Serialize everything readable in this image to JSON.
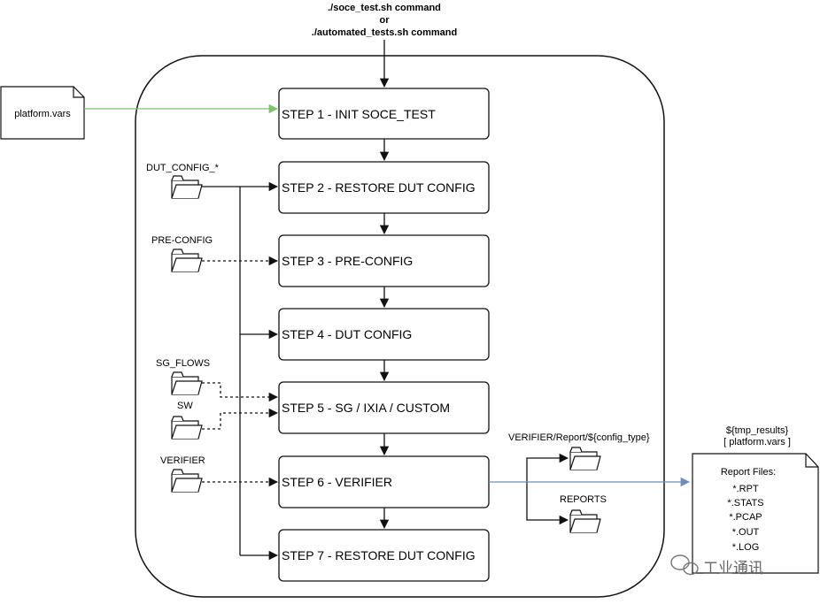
{
  "command": {
    "line1": "./soce_test.sh command",
    "line2": "or",
    "line3": "./automated_tests.sh command"
  },
  "input_files": {
    "platform_vars": "platform.vars"
  },
  "steps": [
    "STEP 1 - INIT SOCE_TEST",
    "STEP 2 - RESTORE DUT CONFIG",
    "STEP 3 - PRE-CONFIG",
    "STEP 4 - DUT CONFIG",
    "STEP 5 - SG / IXIA / CUSTOM",
    "STEP 6 - VERIFIER",
    "STEP 7 - RESTORE DUT CONFIG"
  ],
  "folders": {
    "dut_config": "DUT_CONFIG_*",
    "pre_config": "PRE-CONFIG",
    "sg_flows": "SG_FLOWS",
    "sw": "SW",
    "verifier": "VERIFIER",
    "verifier_report": "VERIFIER/Report/${config_type}",
    "reports": "REPORTS"
  },
  "results": {
    "line1": "${tmp_results}",
    "line2": "[ platform.vars ]",
    "report_title": "Report Files:",
    "files": [
      "*.RPT",
      "*.STATS",
      "*.PCAP",
      "*.OUT",
      "*.LOG"
    ]
  },
  "watermark": {
    "text": "工业通讯",
    "icon": "wechat-icon"
  },
  "colors": {
    "green_arrow": "#7cc36e",
    "blue_arrow": "#6c8ebf",
    "line": "#111111",
    "watermark": "#777777"
  }
}
